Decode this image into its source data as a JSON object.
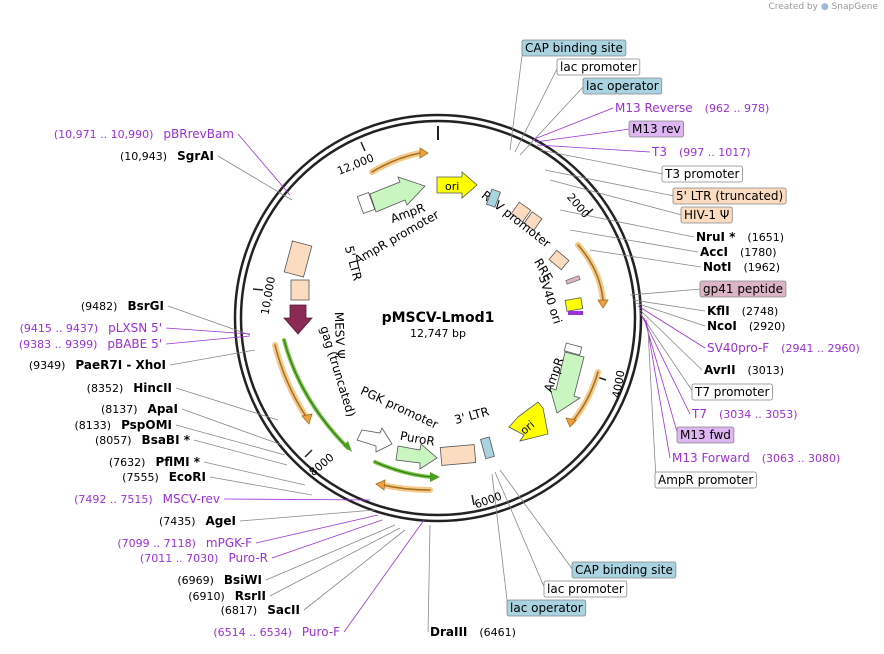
{
  "credit": "Created by",
  "credit_brand": "SnapGene",
  "plasmid": {
    "name": "pMSCV-Lmod1",
    "size": "12,747 bp"
  },
  "ticks": [
    "2000",
    "4000",
    "6000",
    "8000",
    "10,000",
    "12,000"
  ],
  "features": {
    "ori_top": "ori",
    "rsv_promoter": "RSV promoter",
    "rre": "RRE",
    "sv40_ori": "SV40 ori",
    "ampr_right": "AmpR",
    "ori_right": "ori",
    "ltr3": "3' LTR",
    "puror": "PuroR",
    "pgk_promoter": "PGK promoter",
    "gag": "gag (truncated)",
    "mesv": "MESV Ψ",
    "ltr5": "5' LTR",
    "ampr_promoter": "AmpR promoter",
    "ampr_top": "AmpR"
  },
  "annotations_right": [
    {
      "name": "CAP binding site",
      "pos": "",
      "style": "box-blue"
    },
    {
      "name": "lac promoter",
      "pos": "",
      "style": "box-white"
    },
    {
      "name": "lac operator",
      "pos": "",
      "style": "box-blue"
    },
    {
      "name": "M13 Reverse",
      "pos": "(962 .. 978)",
      "style": "purple"
    },
    {
      "name": "M13 rev",
      "pos": "",
      "style": "box-purple"
    },
    {
      "name": "T3",
      "pos": "(997 .. 1017)",
      "style": "purple"
    },
    {
      "name": "T3 promoter",
      "pos": "",
      "style": "box-white"
    },
    {
      "name": "5' LTR (truncated)",
      "pos": "",
      "style": "box-orange"
    },
    {
      "name": "HIV-1 Ψ",
      "pos": "",
      "style": "box-orange"
    },
    {
      "name": "NruI *",
      "pos": "(1651)",
      "style": "bold"
    },
    {
      "name": "AccI",
      "pos": "(1780)",
      "style": "bold"
    },
    {
      "name": "NotI",
      "pos": "(1962)",
      "style": "bold"
    },
    {
      "name": "gp41 peptide",
      "pos": "",
      "style": "box-pink"
    },
    {
      "name": "KflI",
      "pos": "(2748)",
      "style": "bold"
    },
    {
      "name": "NcoI",
      "pos": "(2920)",
      "style": "bold"
    },
    {
      "name": "SV40pro-F",
      "pos": "(2941 .. 2960)",
      "style": "purple"
    },
    {
      "name": "AvrII",
      "pos": "(3013)",
      "style": "bold"
    },
    {
      "name": "T7 promoter",
      "pos": "",
      "style": "box-white"
    },
    {
      "name": "T7",
      "pos": "(3034 .. 3053)",
      "style": "purple"
    },
    {
      "name": "M13 fwd",
      "pos": "",
      "style": "box-purple"
    },
    {
      "name": "M13 Forward",
      "pos": "(3063 .. 3080)",
      "style": "purple"
    },
    {
      "name": "AmpR promoter",
      "pos": "",
      "style": "box-white"
    }
  ],
  "annotations_bottom_right": [
    {
      "name": "CAP binding site",
      "pos": "",
      "style": "box-blue"
    },
    {
      "name": "lac promoter",
      "pos": "",
      "style": "box-white"
    },
    {
      "name": "lac operator",
      "pos": "",
      "style": "box-blue"
    },
    {
      "name": "DraIII",
      "pos": "(6461)",
      "style": "bold"
    }
  ],
  "annotations_left": [
    {
      "name": "pBRrevBam",
      "pos": "(10,971 .. 10,990)",
      "style": "purple"
    },
    {
      "name": "SgrAI",
      "pos": "(10,943)",
      "style": "bold"
    },
    {
      "name": "BsrGI",
      "pos": "(9482)",
      "style": "bold"
    },
    {
      "name": "pLXSN 5'",
      "pos": "(9415 .. 9437)",
      "style": "purple"
    },
    {
      "name": "pBABE 5'",
      "pos": "(9383 .. 9399)",
      "style": "purple"
    },
    {
      "name": "PaeR7I - XhoI",
      "pos": "(9349)",
      "style": "bold"
    },
    {
      "name": "HincII",
      "pos": "(8352)",
      "style": "bold"
    },
    {
      "name": "ApaI",
      "pos": "(8137)",
      "style": "bold"
    },
    {
      "name": "PspOMI",
      "pos": "(8133)",
      "style": "bold"
    },
    {
      "name": "BsaBI *",
      "pos": "(8057)",
      "style": "bold"
    },
    {
      "name": "PflMI *",
      "pos": "(7632)",
      "style": "bold"
    },
    {
      "name": "EcoRI",
      "pos": "(7555)",
      "style": "bold"
    },
    {
      "name": "MSCV-rev",
      "pos": "(7492 .. 7515)",
      "style": "purple"
    },
    {
      "name": "AgeI",
      "pos": "(7435)",
      "style": "bold"
    },
    {
      "name": "mPGK-F",
      "pos": "(7099 .. 7118)",
      "style": "purple"
    },
    {
      "name": "Puro-R",
      "pos": "(7011 .. 7030)",
      "style": "purple"
    },
    {
      "name": "BsiWI",
      "pos": "(6969)",
      "style": "bold"
    },
    {
      "name": "RsrII",
      "pos": "(6910)",
      "style": "bold"
    },
    {
      "name": "SacII",
      "pos": "(6817)",
      "style": "bold"
    },
    {
      "name": "Puro-F",
      "pos": "(6514 .. 6534)",
      "style": "purple"
    }
  ],
  "colors": {
    "purple": "#9b30d6",
    "box_blue": "#a9d3e0",
    "box_orange": "#fbdcc1",
    "box_pink": "#dcb4c4",
    "box_purple": "#ddb6f2",
    "ori": "#ffff00",
    "ampr": "#c8f5c0",
    "ltr": "#fcdcc0",
    "gag": "#8b2a55",
    "orange_arrow": "#f0a040"
  }
}
